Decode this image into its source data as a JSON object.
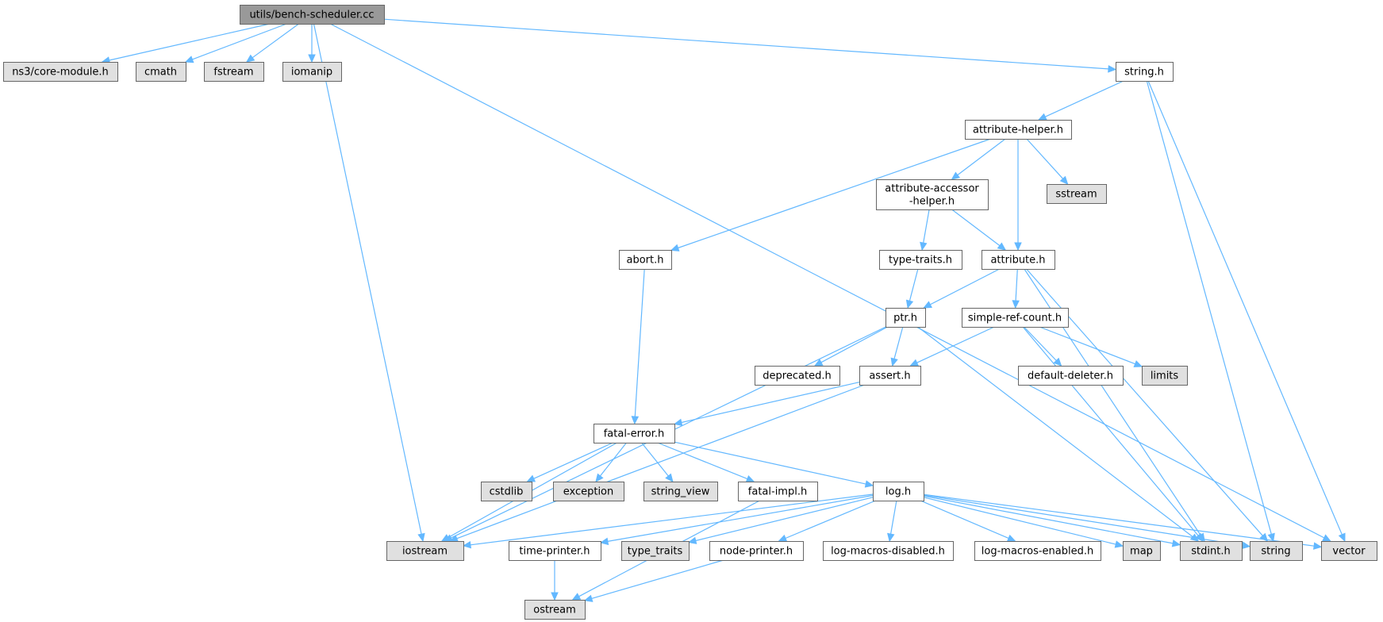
{
  "colors": {
    "root_fill": "#999999",
    "documented_fill": "#ffffff",
    "external_fill": "#e0e0e0",
    "border": "#666666",
    "edge": "#63b8ff"
  },
  "nodes": [
    {
      "id": "bench",
      "kind": "root",
      "lines": [
        "utils/bench-scheduler.cc"
      ]
    },
    {
      "id": "ns3core",
      "kind": "external",
      "lines": [
        "ns3/core-module.h"
      ]
    },
    {
      "id": "cmath",
      "kind": "external",
      "lines": [
        "cmath"
      ]
    },
    {
      "id": "fstream",
      "kind": "external",
      "lines": [
        "fstream"
      ]
    },
    {
      "id": "iomanip",
      "kind": "external",
      "lines": [
        "iomanip"
      ]
    },
    {
      "id": "iostream",
      "kind": "external",
      "lines": [
        "iostream"
      ]
    },
    {
      "id": "stringh",
      "kind": "documented",
      "lines": [
        "string.h"
      ]
    },
    {
      "id": "vector",
      "kind": "external",
      "lines": [
        "vector"
      ]
    },
    {
      "id": "attrhelper",
      "kind": "documented",
      "lines": [
        "attribute-helper.h"
      ]
    },
    {
      "id": "string",
      "kind": "external",
      "lines": [
        "string"
      ]
    },
    {
      "id": "abort",
      "kind": "documented",
      "lines": [
        "abort.h"
      ]
    },
    {
      "id": "attraccessor",
      "kind": "documented",
      "lines": [
        "attribute-accessor",
        "-helper.h"
      ]
    },
    {
      "id": "attribute",
      "kind": "documented",
      "lines": [
        "attribute.h"
      ]
    },
    {
      "id": "sstream",
      "kind": "external",
      "lines": [
        "sstream"
      ]
    },
    {
      "id": "typetraitsh",
      "kind": "documented",
      "lines": [
        "type-traits.h"
      ]
    },
    {
      "id": "ptr",
      "kind": "documented",
      "lines": [
        "ptr.h"
      ]
    },
    {
      "id": "simplerefcount",
      "kind": "documented",
      "lines": [
        "simple-ref-count.h"
      ]
    },
    {
      "id": "stdint",
      "kind": "external",
      "lines": [
        "stdint.h"
      ]
    },
    {
      "id": "deprecated",
      "kind": "documented",
      "lines": [
        "deprecated.h"
      ]
    },
    {
      "id": "assert",
      "kind": "documented",
      "lines": [
        "assert.h"
      ]
    },
    {
      "id": "defaultdeleter",
      "kind": "documented",
      "lines": [
        "default-deleter.h"
      ]
    },
    {
      "id": "limits",
      "kind": "external",
      "lines": [
        "limits"
      ]
    },
    {
      "id": "fatalerror",
      "kind": "documented",
      "lines": [
        "fatal-error.h"
      ]
    },
    {
      "id": "cstdlib",
      "kind": "external",
      "lines": [
        "cstdlib"
      ]
    },
    {
      "id": "exception",
      "kind": "external",
      "lines": [
        "exception"
      ]
    },
    {
      "id": "stringview",
      "kind": "external",
      "lines": [
        "string_view"
      ]
    },
    {
      "id": "fatalimpl",
      "kind": "documented",
      "lines": [
        "fatal-impl.h"
      ]
    },
    {
      "id": "log",
      "kind": "documented",
      "lines": [
        "log.h"
      ]
    },
    {
      "id": "timeprinter",
      "kind": "documented",
      "lines": [
        "time-printer.h"
      ]
    },
    {
      "id": "typetraits",
      "kind": "external",
      "lines": [
        "type_traits"
      ]
    },
    {
      "id": "nodeprinter",
      "kind": "documented",
      "lines": [
        "node-printer.h"
      ]
    },
    {
      "id": "logmacrosdisabled",
      "kind": "documented",
      "lines": [
        "log-macros-disabled.h"
      ]
    },
    {
      "id": "logmacrosenabled",
      "kind": "documented",
      "lines": [
        "log-macros-enabled.h"
      ]
    },
    {
      "id": "map",
      "kind": "external",
      "lines": [
        "map"
      ]
    },
    {
      "id": "ostream",
      "kind": "external",
      "lines": [
        "ostream"
      ]
    }
  ],
  "edges": [
    [
      "bench",
      "ns3core"
    ],
    [
      "bench",
      "cmath"
    ],
    [
      "bench",
      "fstream"
    ],
    [
      "bench",
      "iomanip"
    ],
    [
      "bench",
      "iostream"
    ],
    [
      "bench",
      "stringh"
    ],
    [
      "bench",
      "vector"
    ],
    [
      "stringh",
      "attrhelper"
    ],
    [
      "stringh",
      "string"
    ],
    [
      "stringh",
      "vector"
    ],
    [
      "attrhelper",
      "abort"
    ],
    [
      "attrhelper",
      "attraccessor"
    ],
    [
      "attrhelper",
      "attribute"
    ],
    [
      "attrhelper",
      "sstream"
    ],
    [
      "attraccessor",
      "typetraitsh"
    ],
    [
      "attraccessor",
      "attribute"
    ],
    [
      "abort",
      "fatalerror"
    ],
    [
      "typetraitsh",
      "ptr"
    ],
    [
      "attribute",
      "ptr"
    ],
    [
      "attribute",
      "simplerefcount"
    ],
    [
      "attribute",
      "stdint"
    ],
    [
      "attribute",
      "string"
    ],
    [
      "ptr",
      "deprecated"
    ],
    [
      "ptr",
      "assert"
    ],
    [
      "ptr",
      "iostream"
    ],
    [
      "ptr",
      "stdint"
    ],
    [
      "simplerefcount",
      "assert"
    ],
    [
      "simplerefcount",
      "defaultdeleter"
    ],
    [
      "simplerefcount",
      "limits"
    ],
    [
      "simplerefcount",
      "stdint"
    ],
    [
      "assert",
      "fatalerror"
    ],
    [
      "assert",
      "iostream"
    ],
    [
      "fatalerror",
      "iostream"
    ],
    [
      "fatalerror",
      "cstdlib"
    ],
    [
      "fatalerror",
      "exception"
    ],
    [
      "fatalerror",
      "stringview"
    ],
    [
      "fatalerror",
      "fatalimpl"
    ],
    [
      "fatalerror",
      "log"
    ],
    [
      "fatalimpl",
      "ostream"
    ],
    [
      "log",
      "iostream"
    ],
    [
      "log",
      "timeprinter"
    ],
    [
      "log",
      "typetraits"
    ],
    [
      "log",
      "nodeprinter"
    ],
    [
      "log",
      "logmacrosdisabled"
    ],
    [
      "log",
      "logmacrosenabled"
    ],
    [
      "log",
      "map"
    ],
    [
      "log",
      "stdint"
    ],
    [
      "log",
      "string"
    ],
    [
      "log",
      "vector"
    ],
    [
      "timeprinter",
      "ostream"
    ],
    [
      "nodeprinter",
      "ostream"
    ]
  ]
}
